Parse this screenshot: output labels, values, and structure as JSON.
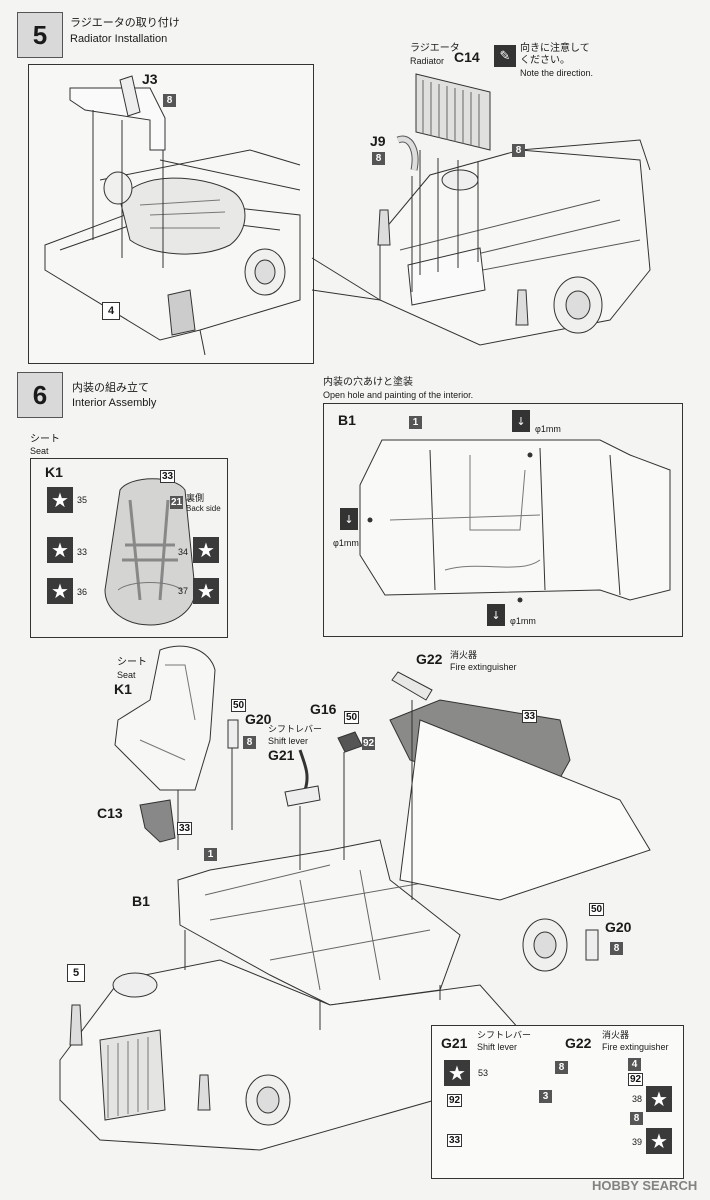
{
  "step5": {
    "number": "5",
    "title_jp": "ラジエータの取り付け",
    "title_en": "Radiator Installation",
    "parts": {
      "j3": "J3",
      "j3_color": "8",
      "j9": "J9",
      "j9_color": "8",
      "c14": "C14",
      "c14_color": "8",
      "radiator_jp": "ラジエータ",
      "radiator_en": "Radiator",
      "ref_step": "4"
    },
    "note_jp_1": "向きに注意して",
    "note_jp_2": "ください。",
    "note_en": "Note the direction."
  },
  "step6": {
    "number": "6",
    "title_jp": "内装の組み立て",
    "title_en": "Interior Assembly",
    "seat_box": {
      "label_jp": "シート",
      "label_en": "Seat",
      "part": "K1",
      "c33": "33",
      "c35": "35",
      "c21": "21",
      "back_jp": "裏側",
      "back_en": "Back side",
      "c33b": "33",
      "c34": "34",
      "c36": "36",
      "c37": "37"
    },
    "interior_header_jp": "内装の穴あけと塗装",
    "interior_header_en": "Open hole and painting of the interior.",
    "b1_box": {
      "part": "B1",
      "color": "1",
      "drill1": "φ1mm",
      "drill2": "φ1mm",
      "drill3": "φ1mm"
    },
    "main": {
      "seat_jp": "シート",
      "seat_en": "Seat",
      "k1": "K1",
      "g22": "G22",
      "g22_jp": "消火器",
      "g22_en": "Fire extinguisher",
      "c33_panel": "33",
      "g16": "G16",
      "g16_c50": "50",
      "g16_c92": "92",
      "g20": "G20",
      "g20_c50": "50",
      "g20_c8": "8",
      "shift_jp": "シフトレバー",
      "shift_en": "Shift lever",
      "g21": "G21",
      "c13": "C13",
      "c13_color": "33",
      "b1": "B1",
      "b1_color": "1",
      "ref_step": "5",
      "g20b": "G20",
      "g20b_c50": "50",
      "g20b_c8": "8"
    },
    "detail": {
      "g21": "G21",
      "g21_jp": "シフトレバー",
      "g21_en": "Shift lever",
      "c53": "53",
      "c92": "92",
      "c33": "33",
      "g22": "G22",
      "g22_jp": "消火器",
      "g22_en": "Fire extinguisher",
      "c8": "8",
      "c4": "4",
      "c92b": "92",
      "c3": "3",
      "c38": "38",
      "c8b": "8",
      "c39": "39"
    }
  },
  "watermark": "HOBBY SEARCH"
}
